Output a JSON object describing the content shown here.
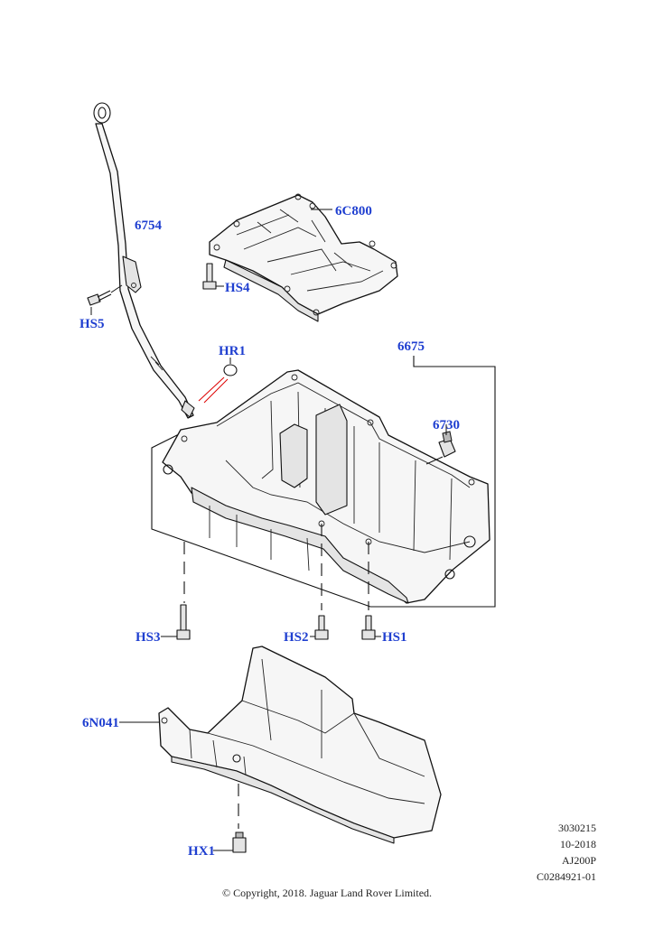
{
  "callouts": {
    "dipstick": "6754",
    "oil_pan_baffle": "6C800",
    "baffle_bolt": "HS4",
    "dipstick_bolt": "HS5",
    "seal": "HR1",
    "oil_pan": "6675",
    "drain_plug": "6730",
    "pan_bolt_left": "HS3",
    "pan_bolt_mid": "HS2",
    "pan_bolt_right": "HS1",
    "lower_shield": "6N041",
    "shield_bolt": "HX1"
  },
  "footer": {
    "codes": [
      "3030215",
      "10-2018",
      "AJ200P",
      "C0284921-01"
    ],
    "copyright": "© Copyright, 2018. Jaguar Land Rover Limited."
  }
}
